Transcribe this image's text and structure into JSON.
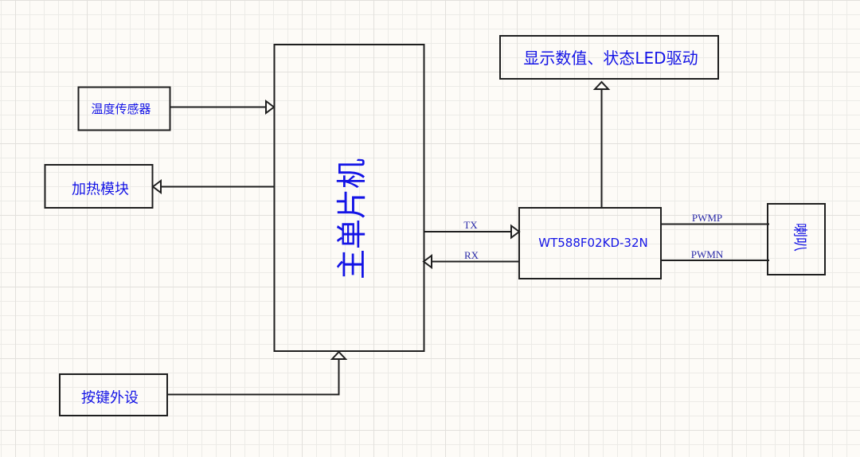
{
  "diagram": {
    "title": "主单片机系统框图",
    "blocks": {
      "mcu": "主单片机",
      "temp_sensor": "温度传感器",
      "heater": "加热模块",
      "keys": "按键外设",
      "display": "显示数值、状态LED驱动",
      "audio_chip": "WT588F02KD-32N",
      "speaker": "喇叭"
    },
    "signals": {
      "tx": "TX",
      "rx": "RX",
      "pwmp": "PWMP",
      "pwmn": "PWMN"
    },
    "colors": {
      "label": "#1414e6",
      "signal": "#2a2aa8",
      "line": "#1f1f1f",
      "background": "#fdfbf7",
      "grid": "#e6e4e0"
    }
  }
}
